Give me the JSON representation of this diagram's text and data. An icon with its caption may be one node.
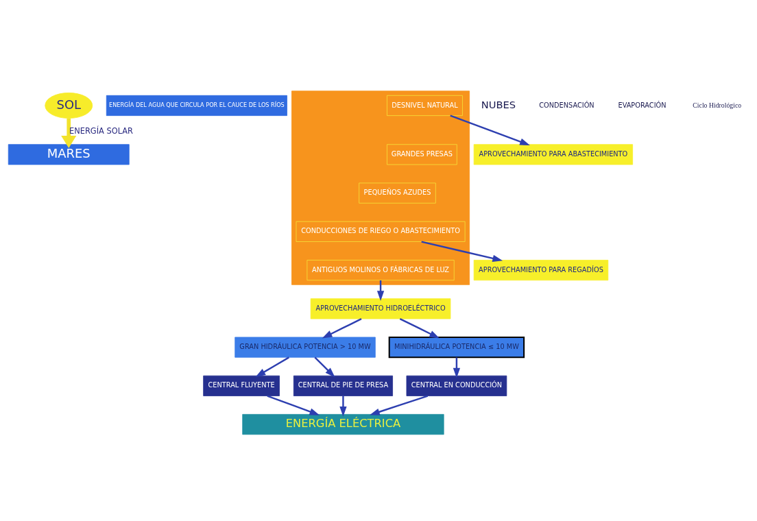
{
  "diagram": {
    "nodes": [
      {
        "text": [
          "SOL"
        ]
      },
      {
        "text": [
          "MARES"
        ]
      },
      {
        "text": [
          "ENERGÍA DEL AGUA QUE CIRCULA POR EL CAUCE DE LOS RÍOS"
        ]
      },
      {
        "text": [],
        "shape": "box"
      },
      {
        "text": [
          "DESNIVEL NATURAL"
        ],
        "in": 3
      },
      {
        "text": [
          "GRANDES PRESAS"
        ],
        "in": 3
      },
      {
        "text": [
          "PEQUEÑOS AZUDES"
        ],
        "in": 3
      },
      {
        "text": [
          "CONDUCCIONES DE RIEGO O ABASTECIMIENTO"
        ],
        "in": 3
      },
      {
        "text": [
          "ANTIGUOS MOLINOS O FÁBRICAS DE LUZ"
        ],
        "in": 3
      },
      {
        "text": [
          "APROVECHAMIENTO PARA ABASTECIMIENTO"
        ]
      },
      {
        "text": [
          "APROVECHAMIENTO PARA REGADÍOS"
        ]
      },
      {
        "text": [
          "APROVECHAMIENTO HIDROELÉCTRICO"
        ]
      },
      {
        "text": [
          "GRAN HIDRÁULICA POTENCIA > 10 MW"
        ]
      },
      {
        "text": [
          "MINIHIDRÁULICA POTENCIA ≤ 10 MW"
        ]
      },
      {
        "text": [
          "CENTRAL FLUYENTE"
        ]
      },
      {
        "text": [
          "CENTRAL DE PIE DE PRESA"
        ]
      },
      {
        "text": [
          "CENTRAL EN CONDUCCIÓN"
        ]
      },
      {
        "text": [
          "ENERGÍA ELÉCTRICA"
        ]
      }
    ],
    "edges": [
      {
        "from": 0,
        "to": 1,
        "arrow": "to",
        "label": "ENERGÍA SOLAR",
        "style": "thick",
        "color": "#f2e22c"
      },
      {
        "from": 4,
        "to": 9,
        "arrow": "to"
      },
      {
        "from": 7,
        "to": 10,
        "arrow": "to"
      },
      {
        "from": 8,
        "to": 11,
        "arrow": "to"
      },
      {
        "from": 11,
        "to": 12,
        "arrow": "to"
      },
      {
        "from": 11,
        "to": 13,
        "arrow": "to"
      },
      {
        "from": 12,
        "to": 14,
        "arrow": "to"
      },
      {
        "from": 12,
        "to": 15,
        "arrow": "to"
      },
      {
        "from": 13,
        "to": 16,
        "arrow": "to"
      },
      {
        "from": 14,
        "to": 17,
        "arrow": "to"
      },
      {
        "from": 15,
        "to": 17,
        "arrow": "to"
      },
      {
        "from": 16,
        "to": 17,
        "arrow": "to"
      }
    ],
    "labels": [
      "NUBES",
      "CONDENSACIÓN",
      "EVAPORACIÓN",
      "Ciclo Hidrológico"
    ]
  }
}
